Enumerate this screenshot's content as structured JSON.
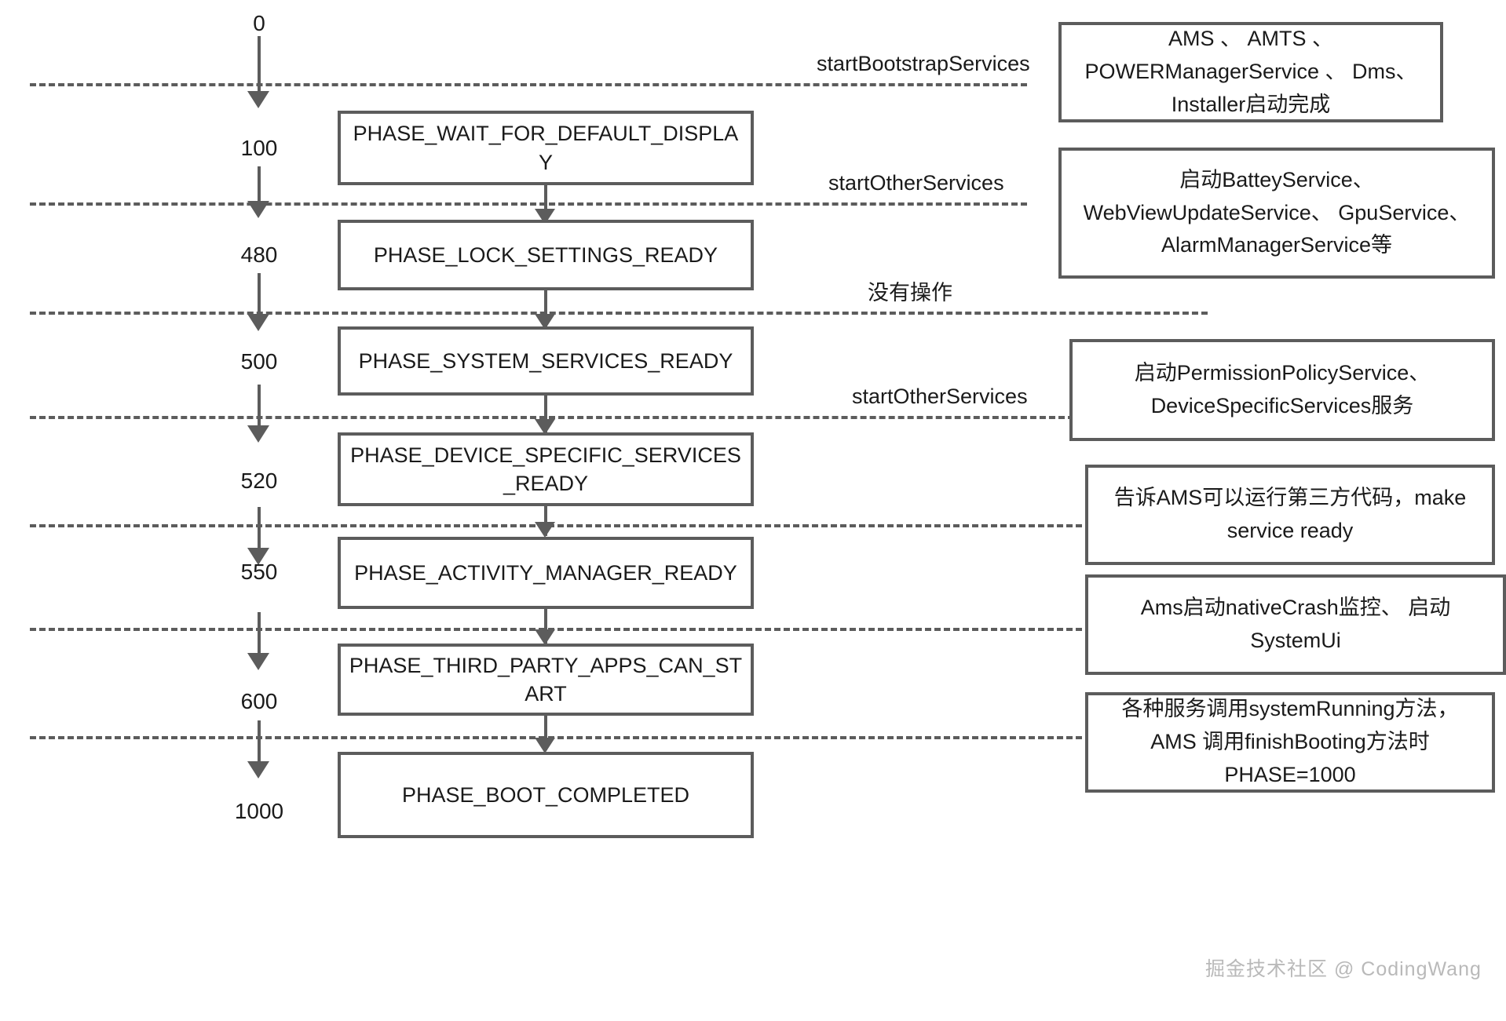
{
  "diagram": {
    "title": "Android SystemServer Boot Phase Timeline",
    "accent_color": "#5c5c5c",
    "text_color": "#1a1a1a",
    "background": "#ffffff",
    "watermark": "掘金技术社区 @ CodingWang"
  },
  "timeline": {
    "ticks": [
      {
        "value": "0"
      },
      {
        "value": "100"
      },
      {
        "value": "480"
      },
      {
        "value": "500"
      },
      {
        "value": "520"
      },
      {
        "value": "550"
      },
      {
        "value": "600"
      },
      {
        "value": "1000"
      }
    ]
  },
  "phases": [
    {
      "name": "PHASE_WAIT_FOR_DEFAULT_DISPLAY"
    },
    {
      "name": "PHASE_LOCK_SETTINGS_READY"
    },
    {
      "name": "PHASE_SYSTEM_SERVICES_READY"
    },
    {
      "name": "PHASE_DEVICE_SPECIFIC_SERVICES_READY"
    },
    {
      "name": "PHASE_ACTIVITY_MANAGER_READY"
    },
    {
      "name": "PHASE_THIRD_PARTY_APPS_CAN_START"
    },
    {
      "name": "PHASE_BOOT_COMPLETED"
    }
  ],
  "separator_labels": [
    {
      "text": "startBootstrapServices"
    },
    {
      "text": "startOtherServices"
    },
    {
      "text": "没有操作"
    },
    {
      "text": "startOtherServices"
    }
  ],
  "notes": [
    {
      "text": "AMS 、 AMTS 、 POWERManagerService 、 Dms、 Installer启动完成"
    },
    {
      "text": "启动BatteyService、 WebViewUpdateService、 GpuService、 AlarmManagerService等"
    },
    {
      "text": "启动PermissionPolicyService、 DeviceSpecificServices服务"
    },
    {
      "text": "告诉AMS可以运行第三方代码，make service ready"
    },
    {
      "text": "Ams启动nativeCrash监控、 启动SystemUi"
    },
    {
      "text": "各种服务调用systemRunning方法，AMS 调用finishBooting方法时PHASE=1000"
    }
  ]
}
